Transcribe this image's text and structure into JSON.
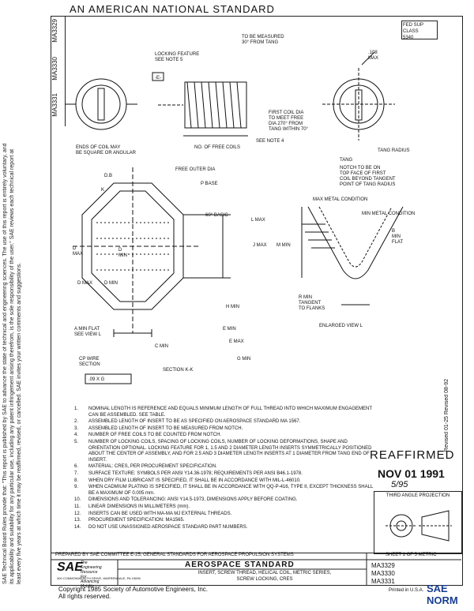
{
  "header": {
    "title": "AN AMERICAN NATIONAL STANDARD"
  },
  "left_strip": {
    "num1": "MA3329",
    "num2": "MA3330",
    "num3": "MA3331"
  },
  "disclaimer": "SAE Technical Board Rules provide that: \"This report is published by SAE to advance the state of technical and engineering sciences. The use of this report is entirely voluntary, and its applicability and suitability for any particular use, including any patent infringement arising therefrom, is the sole responsibility of the user.\" SAE reviews each technical report at least every five years at which time it may be reaffirmed, revised, or cancelled. SAE invites your written comments and suggestions.",
  "fsc": "FED SUP CLASS\n5340",
  "labels": {
    "locking_feature": "LOCKING FEATURE\nSEE NOTE 5",
    "measured": "TO BE MEASURED\n30° FROM TANG",
    "angle": ".108\nMAX",
    "first_coil": "FIRST COIL DIA\nTO MEET FREE\nDIA 270° FROM\nTANG WITHIN 70°",
    "ends_of_coil": "ENDS OF COIL MAY\nBE SQUARE OR ANGULAR",
    "free_coils": "NO. OF FREE COILS",
    "see_note4": "SEE NOTE 4",
    "tang_radius": "TANG RADIUS",
    "tang": "TANG",
    "notch": "NOTCH TO BE ON\nTOP FACE OF FIRST\nCOIL BEYOND TANGENT\nPOINT OF TANG RADIUS",
    "free_outer": "FREE OUTER DIA",
    "p_base": "P BASE",
    "sixty_deg": "60° BASIC",
    "max_metal": "MAX METAL CONDITION",
    "min_metal": "MIN METAL CONDITION",
    "a_min_flat": "A MIN FLAT\nSEE VIEW L",
    "cp_wire": "CP WIRE\nSECTION",
    "section_kk": "SECTION K-K",
    "enlarged_view": "ENLARGED VIEW L",
    "r_min": "R MIN\nTANGENT\nTO FLANKS",
    "b_min_flat": "B\nMIN\nFLAT",
    "feature_control": ".09 X G",
    "dia_label": "D.B",
    "c_min": "C MIN",
    "e_min": "E MIN",
    "e_max": "E MAX",
    "h_min": "H MIN",
    "j_max": "J MAX",
    "g_min": "G MIN",
    "l_max": "L MAX",
    "d_max": "D MAX",
    "d_min": "D MIN",
    "m_min": "M MIN",
    "d_max2": "D\nMAX",
    "d_min2": "D\nMIN",
    "e_box": "-E-",
    "k_marker": "K"
  },
  "notes": [
    {
      "num": "1.",
      "text": "NOMINAL LENGTH IS REFERENCE AND EQUALS MINIMUM LENGTH OF FULL THREAD INTO WHICH MAXIMUM ENGAGEMENT CAN BE ASSEMBLED. SEE TABLE."
    },
    {
      "num": "2.",
      "text": "ASSEMBLED LENGTH OF INSERT TO BE AS SPECIFIED ON AEROSPACE STANDARD MA 1567."
    },
    {
      "num": "3.",
      "text": "ASSEMBLED LENGTH OF INSERT TO BE MEASURED FROM NOTCH."
    },
    {
      "num": "4.",
      "text": "NUMBER OF FREE COILS TO BE COUNTED FROM NOTCH."
    },
    {
      "num": "5.",
      "text": "NUMBER OF LOCKING COILS, SPACING OF LOCKING COILS, NUMBER OF LOCKING DEFORMATIONS, SHAPE AND ORIENTATION OPTIONAL. LOCKING FEATURE FOR 1, 1.5 AND 2 DIAMETER LENGTH INSERTS SYMMETRICALLY POSITIONED ABOUT THE CENTER OF ASSEMBLY, AND FOR 2.5 AND 3 DIAMETER LENGTH INSERTS AT 1 DIAMETER FROM TANG END OF INSERT."
    },
    {
      "num": "6.",
      "text": "MATERIAL: CRES, PER PROCUREMENT SPECIFICATION."
    },
    {
      "num": "7.",
      "text": "SURFACE TEXTURE: SYMBOLS PER ANSI Y14.36-1978; REQUIREMENTS PER ANSI B46.1-1978."
    },
    {
      "num": "8.",
      "text": "WHEN DRY FILM LUBRICANT IS SPECIFIED, IT SHALL BE IN ACCORDANCE WITH MIL-L-46010."
    },
    {
      "num": "9.",
      "text": "WHEN CADMIUM PLATING IS SPECIFIED, IT SHALL BE IN ACCORDANCE WITH QQ-P-416, TYPE II, EXCEPT THICKNESS SHALL BE A MAXIMUM OF 0.005 mm."
    },
    {
      "num": "10.",
      "text": "DIMENSIONS AND TOLERANCING: ANSI Y14.5-1973, DIMENSIONS APPLY BEFORE COATING."
    },
    {
      "num": "11.",
      "text": "LINEAR DIMENSIONS IN MILLIMETERS (mm)."
    },
    {
      "num": "12.",
      "text": "INSERTS CAN BE USED WITH MA-MA MJ EXTERNAL THREADS."
    },
    {
      "num": "13.",
      "text": "PROCUREMENT SPECIFICATION: MA1565."
    },
    {
      "num": "14.",
      "text": "DO NOT USE UNASSIGNED AEROSPACE STANDARD PART NUMBERS."
    }
  ],
  "reaffirmed": {
    "label": "REAFFIRMED",
    "date": "NOV 01 1991",
    "initials": "5/95"
  },
  "revised_side": "Revised 01-25    Revised 08-92",
  "third_angle": "THIRD ANGLE PROJECTION",
  "title_block": {
    "prepared": "PREPARED BY SAE COMMITTEE E-25, GENERAL STANDARDS FOR AEROSPACE PROPULSION SYSTEMS",
    "sheet": "SHEET 1 OF 5   METRIC",
    "logo_main": "SAE",
    "logo_tag": "The Engineering\nResource For\nAdvancing Mobility",
    "logo_address": "400 COMMONWEALTH DRIVE, WARRENDALE, PA 15096",
    "aero": "AEROSPACE STANDARD",
    "description": "INSERT, SCREW THREAD, HELICAL COIL, METRIC SERIES,\nSCREW LOCKING, CRES",
    "numbers": "MA3329\n    MA3330\n        MA3331"
  },
  "footer": {
    "copyright": "Copyright 1985 Society of Automotive Engineers, Inc.\nAll rights reserved.",
    "printed": "Printed in U.S.A.",
    "saenorm": "SAE NORM"
  }
}
